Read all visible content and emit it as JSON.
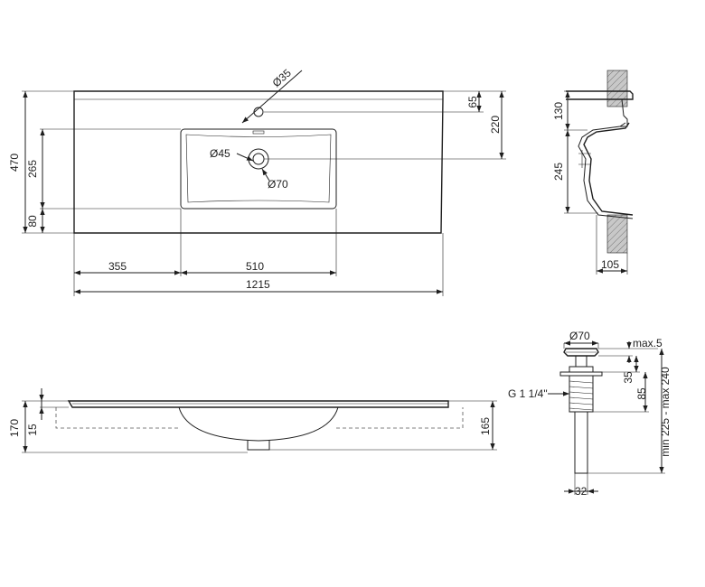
{
  "colors": {
    "line": "#1e1e1e",
    "hatch": "#b5b5b5",
    "background": "#ffffff"
  },
  "top_view": {
    "overall_width": "1215",
    "left_offset": "355",
    "bowl_width": "510",
    "overall_depth": "470",
    "bowl_depth": "265",
    "front_margin": "80",
    "tap_hole_from_back": "65",
    "drain_from_back": "220",
    "tap_hole_diameter": "Ø35",
    "drain_diameter": "Ø45",
    "drain_ring_diameter": "Ø70"
  },
  "side_section": {
    "top_to_bracket": "130",
    "bracket_height": "245",
    "depth": "105"
  },
  "front_view": {
    "overall_height": "170",
    "slab_thickness": "15",
    "bowl_height": "165"
  },
  "drain_detail": {
    "cap_diameter": "Ø70",
    "cap_lift": "max.5",
    "thread": "G 1 1/4\"",
    "cap_to_flange": "35",
    "thread_length": "85",
    "total_length": "min 225 - max 240",
    "pipe_diameter": "32"
  }
}
